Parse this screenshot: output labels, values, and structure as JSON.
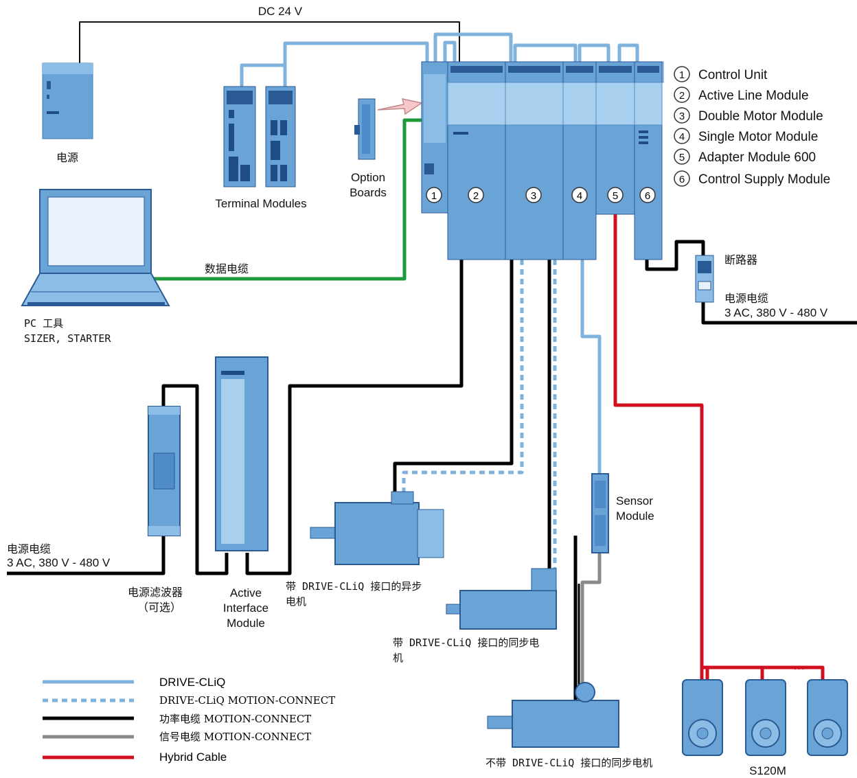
{
  "colors": {
    "drive_cliq": "#7fb3de",
    "power": "#000000",
    "signal": "#8a8a8a",
    "hybrid": "#d0101f",
    "data_cable": "#1c9a3c",
    "module_fill": "#6aa3d6",
    "module_light": "#a9cfee",
    "module_dark": "#1e4c86"
  },
  "top": {
    "dc_label": "DC 24 V"
  },
  "power_supply": {
    "label": "电源"
  },
  "terminal_modules": {
    "label": "Terminal Modules"
  },
  "option_boards": {
    "line1": "Option",
    "line2": "Boards"
  },
  "pc": {
    "line1": "PC 工具",
    "line2": "SIZER, STARTER"
  },
  "data_cable": {
    "label": "数据电缆"
  },
  "module_numbers": [
    "1",
    "2",
    "3",
    "4",
    "5",
    "6"
  ],
  "legend_modules": [
    {
      "num": "1",
      "label": "Control Unit"
    },
    {
      "num": "2",
      "label": "Active Line Module"
    },
    {
      "num": "3",
      "label": "Double Motor Module"
    },
    {
      "num": "4",
      "label": "Single Motor Module"
    },
    {
      "num": "5",
      "label": "Adapter Module 600"
    },
    {
      "num": "6",
      "label": "Control Supply Module"
    }
  ],
  "breaker": {
    "label": "断路器"
  },
  "power_cable_right": {
    "line1": "电源电缆",
    "line2": "3 AC, 380 V - 480 V"
  },
  "power_cable_left": {
    "line1": "电源电缆",
    "line2": "3 AC, 380 V - 480 V"
  },
  "filter": {
    "line1": "电源滤波器",
    "line2": "（可选）"
  },
  "aim": {
    "line1": "Active",
    "line2": "Interface",
    "line3": "Module"
  },
  "async_motor": {
    "line1": "带 DRIVE-CLiQ 接口的异步",
    "line2": "电机"
  },
  "sync_motor": {
    "line1": "带 DRIVE-CLiQ 接口的同步电",
    "line2": "机"
  },
  "sync_motor_no": {
    "label": "不带 DRIVE-CLiQ 接口的同步电机"
  },
  "sensor_module": {
    "line1": "Sensor",
    "line2": "Module"
  },
  "s120m": {
    "label": "S120M"
  },
  "legend": [
    {
      "label": "DRIVE-CLiQ",
      "style": "drive_cliq"
    },
    {
      "label": "DRIVE-CLiQ MOTION-CONNECT",
      "style": "drive_cliq_dashed"
    },
    {
      "label": "功率电缆 MOTION-CONNECT",
      "style": "power"
    },
    {
      "label": "信号电缆 MOTION-CONNECT",
      "style": "signal"
    },
    {
      "label": "Hybrid Cable",
      "style": "hybrid"
    }
  ]
}
